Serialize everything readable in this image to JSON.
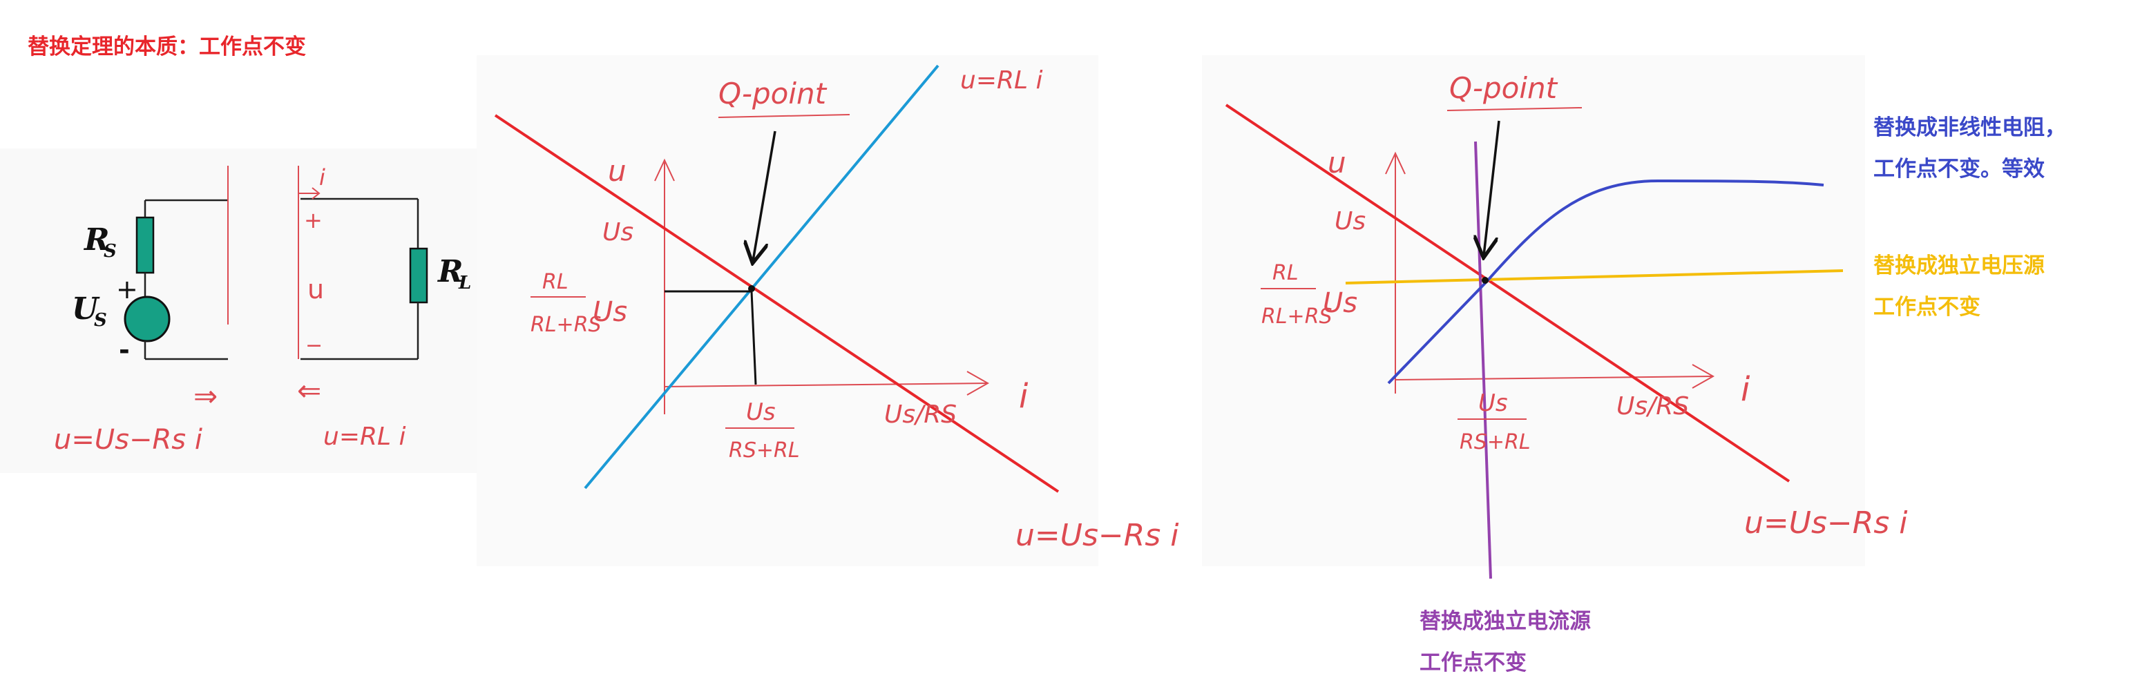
{
  "title": "替换定理的本质：工作点不变",
  "circuit": {
    "rs_label": "R",
    "rs_sub": "S",
    "us_label": "U",
    "us_sub": "S",
    "rl_label": "R",
    "rl_sub": "L",
    "plus": "+",
    "minus": "-",
    "current_label": "i",
    "voltage_label": "u",
    "term_plus": "+",
    "term_minus": "−",
    "arrow_right": "⇒",
    "arrow_left": "⇐",
    "eq_left": "u=Us−Rs i",
    "eq_right": "u=RL i"
  },
  "graph1": {
    "qpoint": "Q-point",
    "u_axis": "u",
    "i_axis": "i",
    "line_load": "u=RL i",
    "us": "Us",
    "u_q_num": "RL",
    "u_q_den": "RL+RS",
    "u_q_factor": "Us",
    "i_q_num": "Us",
    "i_q_den": "RS+RL",
    "i_sc": "Us/RS",
    "line_source": "u=Us−Rs i"
  },
  "graph2": {
    "qpoint": "Q-point",
    "u_axis": "u",
    "i_axis": "i",
    "us": "Us",
    "u_q_num": "RL",
    "u_q_den": "RL+RS",
    "u_q_factor": "Us",
    "i_q_num": "Us",
    "i_q_den": "RS+RL",
    "i_sc": "Us/RS",
    "line_source": "u=Us−Rs i"
  },
  "notes": {
    "nonlinear_l1": "替换成非线性电阻，",
    "nonlinear_l2": "工作点不变。等效",
    "voltage_l1": "替换成独立电压源",
    "voltage_l2": "工作点不变",
    "current_l1": "替换成独立电流源",
    "current_l2": "工作点不变"
  },
  "colors": {
    "title": "#e8262b",
    "source_line": "#e8262b",
    "load_line": "#1b9ad6",
    "nonlinear_curve": "#3a48c8",
    "voltage_source_line": "#f4bd0a",
    "current_source_line": "#9442ad",
    "handwriting": "#dd4b52",
    "resistor_fill": "#16a085"
  }
}
